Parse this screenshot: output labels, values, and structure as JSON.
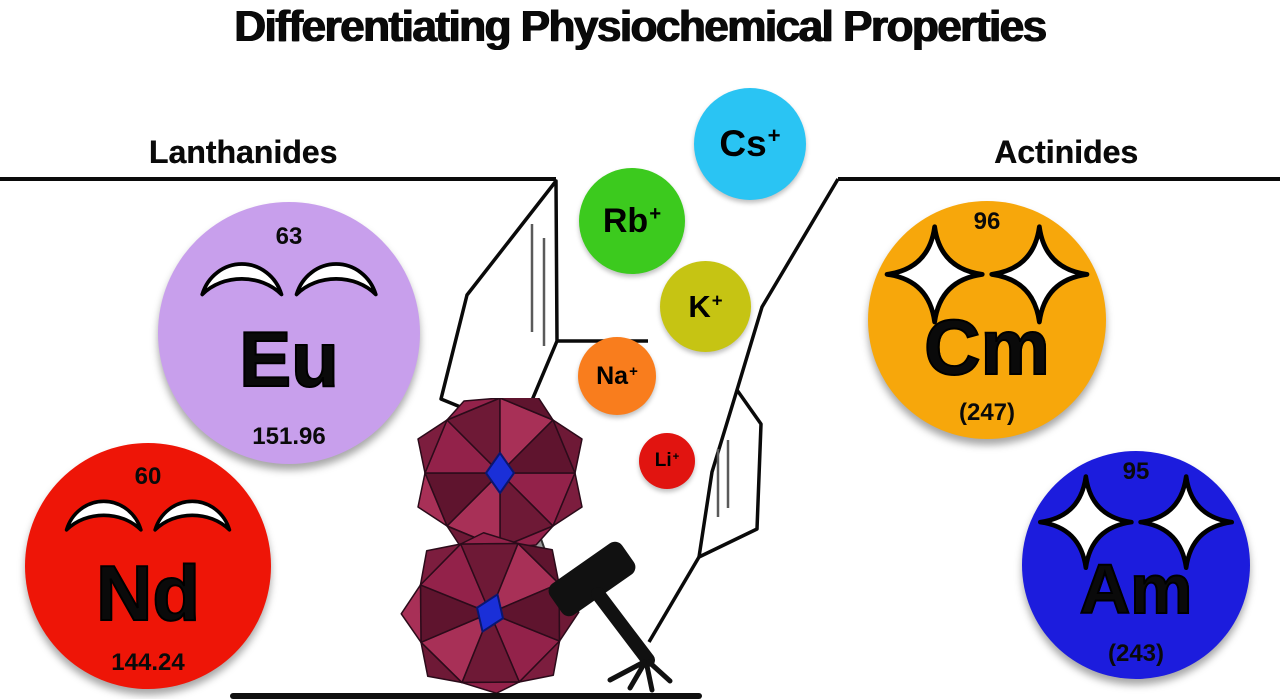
{
  "title": "Differentiating Physiochemical Properties",
  "sections": {
    "lanthanides": "Lanthanides",
    "actinides": "Actinides"
  },
  "elements": [
    {
      "symbol": "Eu",
      "number": "63",
      "mass": "151.96",
      "color": "#c89fec",
      "family": "lanthanide",
      "motif": "crescent-pair-icon"
    },
    {
      "symbol": "Nd",
      "number": "60",
      "mass": "144.24",
      "color": "#ee1507",
      "family": "lanthanide",
      "motif": "crescent-pair-icon"
    },
    {
      "symbol": "Cm",
      "number": "96",
      "mass": "(247)",
      "color": "#f7a70b",
      "family": "actinide",
      "motif": "four-point-star-pair-icon"
    },
    {
      "symbol": "Am",
      "number": "95",
      "mass": "(243)",
      "color": "#1c1cdd",
      "family": "actinide",
      "motif": "four-point-star-pair-icon"
    }
  ],
  "cations": [
    {
      "symbol": "Cs",
      "charge": "+",
      "color": "#2ac4f3"
    },
    {
      "symbol": "Rb",
      "charge": "+",
      "color": "#3cca1e"
    },
    {
      "symbol": "K",
      "charge": "+",
      "color": "#c6c413"
    },
    {
      "symbol": "Na",
      "charge": "+",
      "color": "#f97d1d"
    },
    {
      "symbol": "Li",
      "charge": "+",
      "color": "#e11410"
    }
  ],
  "artwork": {
    "funnel": "broken-glass-funnel-line-art",
    "clusters": "polyoxometalate-cluster-icon",
    "cluster_color": "#8c2145",
    "cluster_accent": "#1a2fd8",
    "hammer": "hammer-icon"
  }
}
